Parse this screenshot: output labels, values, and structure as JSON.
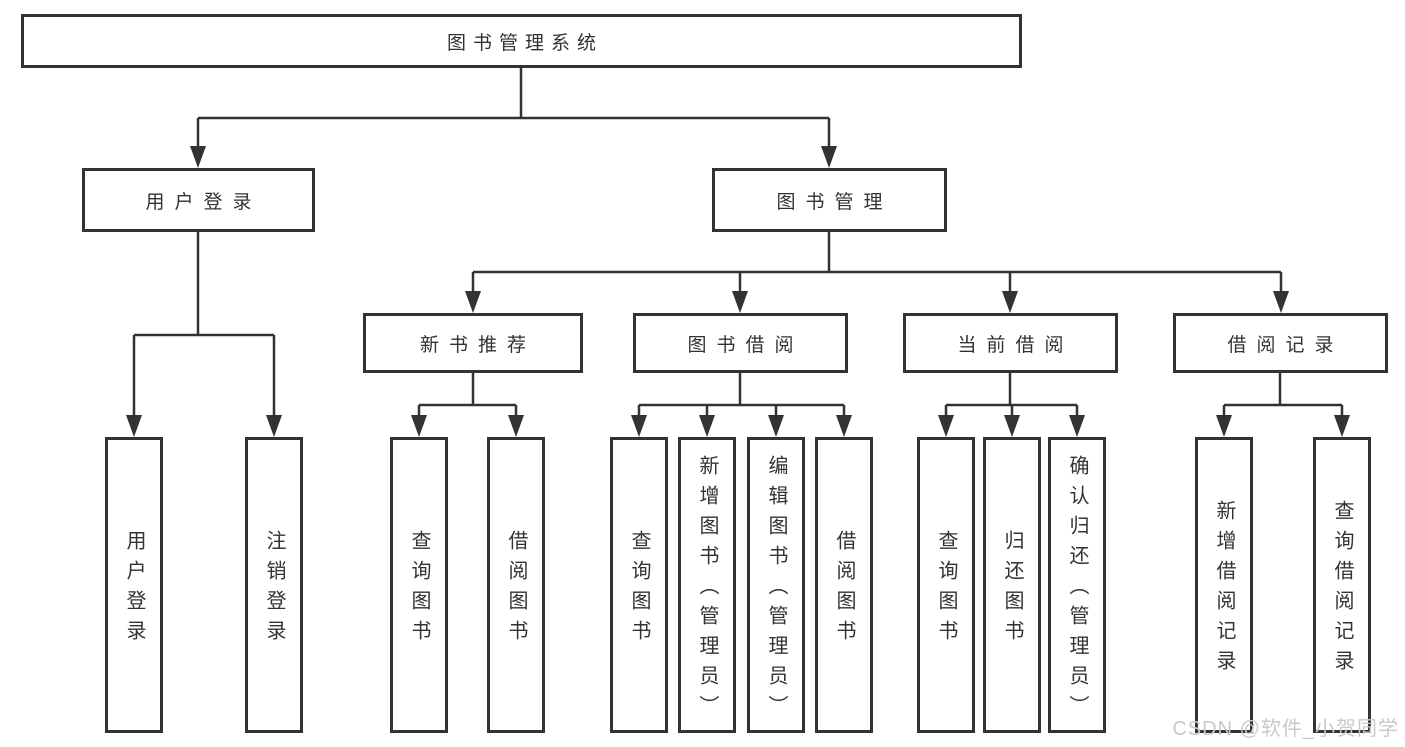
{
  "diagram": {
    "title": "图书管理系统",
    "root": {
      "label": "图书管理系统"
    },
    "level2": {
      "user": {
        "label": "用户登录"
      },
      "book": {
        "label": "图书管理"
      }
    },
    "level3": {
      "recommend": {
        "label": "新书推荐"
      },
      "borrow": {
        "label": "图书借阅"
      },
      "current": {
        "label": "当前借阅"
      },
      "records": {
        "label": "借阅记录"
      }
    },
    "leaves": {
      "user_login": {
        "label": "用户登录",
        "parent": "用户登录"
      },
      "logout": {
        "label": "注销登录",
        "parent": "用户登录"
      },
      "rec_query": {
        "label": "查询图书",
        "parent": "新书推荐"
      },
      "rec_borrow": {
        "label": "借阅图书",
        "parent": "新书推荐"
      },
      "bor_query": {
        "label": "查询图书",
        "parent": "图书借阅"
      },
      "bor_add": {
        "label": "新增图书（管理员）",
        "parent": "图书借阅"
      },
      "bor_edit": {
        "label": "编辑图书（管理员）",
        "parent": "图书借阅"
      },
      "bor_borrow": {
        "label": "借阅图书",
        "parent": "图书借阅"
      },
      "cur_query": {
        "label": "查询图书",
        "parent": "当前借阅"
      },
      "cur_return": {
        "label": "归还图书",
        "parent": "当前借阅"
      },
      "cur_confirm": {
        "label": "确认归还（管理员）",
        "parent": "当前借阅"
      },
      "log_add": {
        "label": "新增借阅记录",
        "parent": "借阅记录"
      },
      "log_query": {
        "label": "查询借阅记录",
        "parent": "借阅记录"
      }
    }
  },
  "watermark": {
    "text": "CSDN @软件_小贺同学"
  },
  "colors": {
    "line": "#333333",
    "box_border": "#333333",
    "text": "#333333",
    "watermark": "#c9c9c9",
    "background": "#ffffff"
  }
}
